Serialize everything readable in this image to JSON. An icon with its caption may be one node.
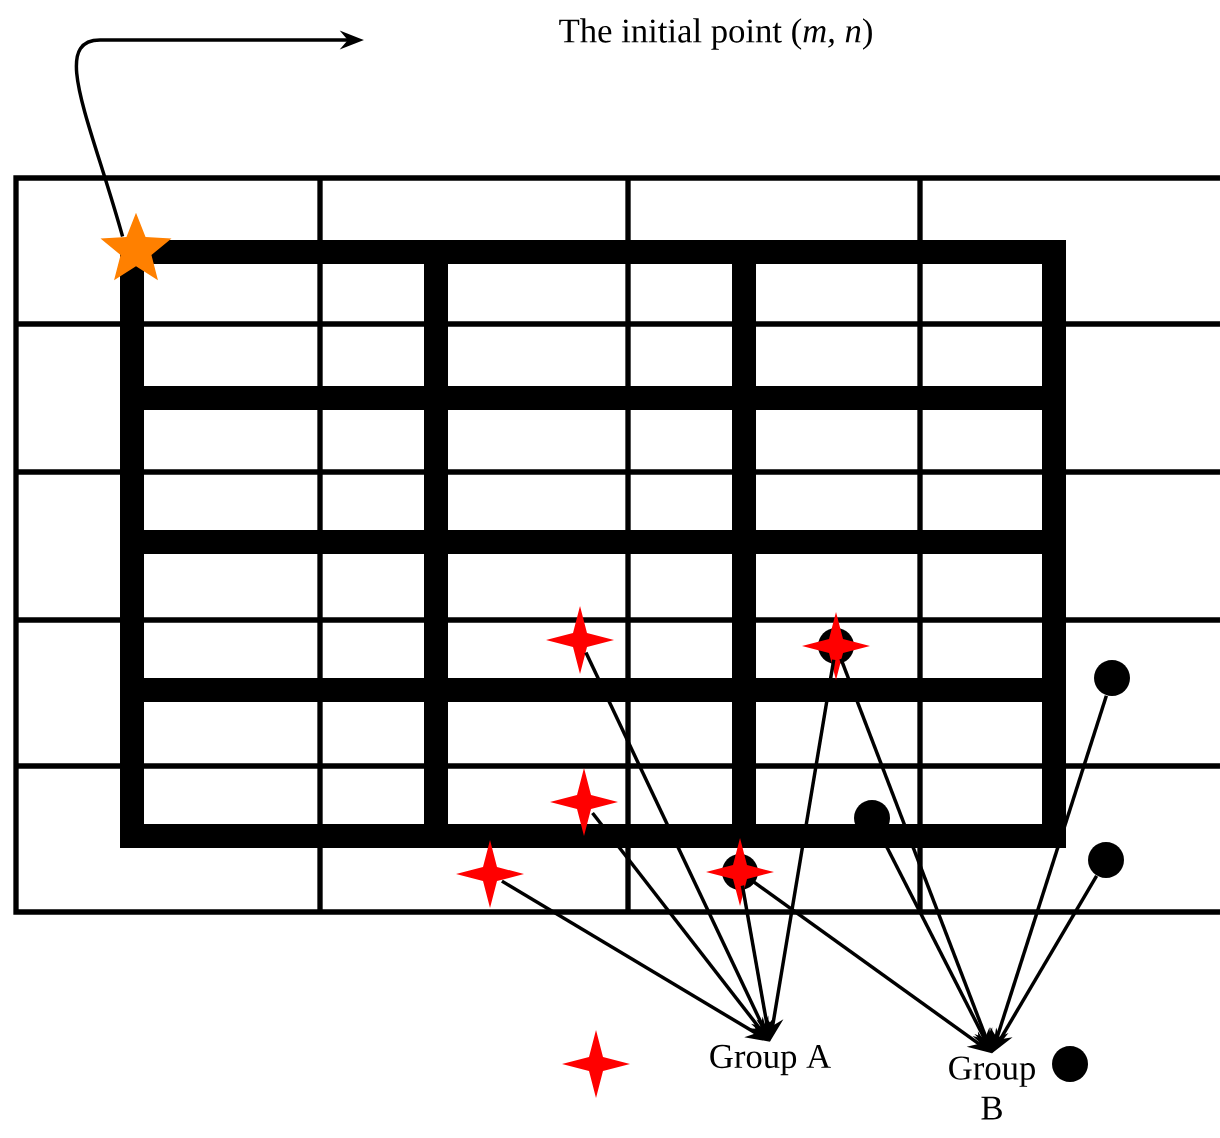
{
  "diagram": {
    "nodes": [
      {
        "text": [
          "The initial point (*m, n*)"
        ]
      },
      {
        "text": [],
        "shape": "star"
      },
      {
        "text": [],
        "shape": "star"
      },
      {
        "text": [],
        "shape": "star"
      },
      {
        "text": [],
        "shape": "star"
      },
      {
        "text": [],
        "shape": "circle"
      },
      {
        "text": [],
        "shape": "circle"
      },
      {
        "text": [],
        "shape": "circle"
      },
      {
        "text": [],
        "shape": "star"
      },
      {
        "text": [],
        "shape": "star"
      },
      {
        "text": [
          "Group A"
        ]
      },
      {
        "text": [
          "Group B"
        ]
      },
      {
        "text": [],
        "shape": "star"
      },
      {
        "text": [],
        "shape": "circle"
      }
    ],
    "edges": [
      {
        "from": 1,
        "to": null,
        "arrow": "to"
      },
      {
        "from": 2,
        "to": 10,
        "arrow": "to"
      },
      {
        "from": 4,
        "to": 10,
        "arrow": "to"
      },
      {
        "from": 8,
        "to": 10,
        "arrow": "to"
      },
      {
        "from": 9,
        "to": 10,
        "arrow": "to"
      },
      {
        "from": 3,
        "to": 10,
        "arrow": "to"
      },
      {
        "from": 9,
        "to": 11,
        "arrow": "to"
      },
      {
        "from": 3,
        "to": 11,
        "arrow": "to"
      },
      {
        "from": 6,
        "to": 11,
        "arrow": "to"
      },
      {
        "from": 5,
        "to": 11,
        "arrow": "to"
      },
      {
        "from": 7,
        "to": 11,
        "arrow": "to"
      }
    ]
  }
}
